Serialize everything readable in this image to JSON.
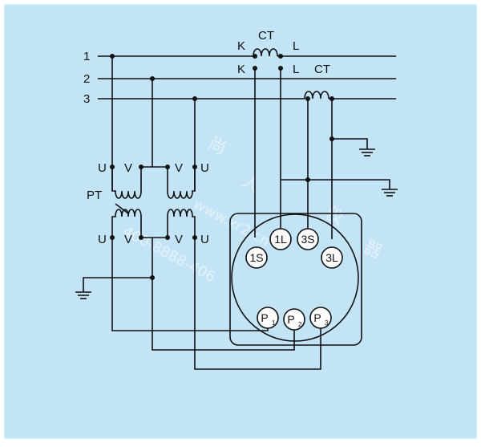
{
  "colors": {
    "background": "#c3e3f7",
    "line": "#111111",
    "terminal_fill": "#ffffff"
  },
  "phase_labels": [
    "1",
    "2",
    "3"
  ],
  "ct_top": {
    "label": "CT",
    "k1": "K",
    "k2": "K",
    "l1": "L",
    "l2": "L"
  },
  "ct_right": {
    "label": "CT"
  },
  "pt": {
    "label": "PT",
    "top_labels": [
      "U",
      "V",
      "V",
      "U"
    ],
    "bottom_labels": [
      "U",
      "V",
      "V",
      "U"
    ]
  },
  "meter_terminals": {
    "s1": "1S",
    "l1": "1L",
    "s3": "3S",
    "l3": "3L",
    "p1": "P",
    "p1_sub": "1",
    "p2": "P",
    "p2_sub": "2",
    "p3": "P",
    "p3_sub": "3"
  },
  "watermark": {
    "chars": [
      "尚",
      "人",
      "仪",
      "器"
    ],
    "url": "www.xr2.cn",
    "phone": "400-8888-406"
  }
}
